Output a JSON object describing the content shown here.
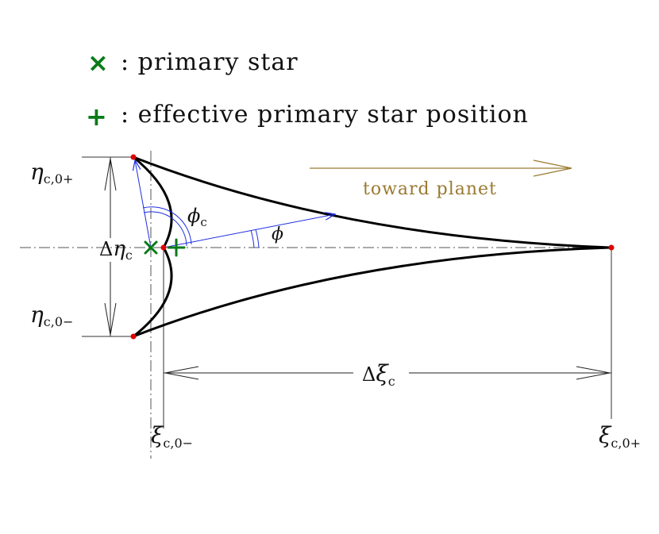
{
  "legend": {
    "primary_star_symbol": "×",
    "primary_star_label": ": primary star",
    "effective_symbol": "+",
    "effective_label": ": effective primary star position"
  },
  "labels": {
    "toward_planet": "toward planet",
    "eta_top": "η",
    "eta_top_sub": "c,0+",
    "eta_bottom": "η",
    "eta_bottom_sub": "c,0−",
    "delta_eta_prefix": "Δ",
    "delta_eta": "η",
    "delta_eta_sub": "c",
    "phi_c": "ϕ",
    "phi_c_sub": "c",
    "phi": "ϕ",
    "delta_xi_prefix": "Δ",
    "delta_xi": "ξ",
    "delta_xi_sub": "c",
    "xi_left": "ξ",
    "xi_left_sub": "c,0−",
    "xi_right": "ξ",
    "xi_right_sub": "c,0+"
  },
  "colors": {
    "marker_green": "#0a7a18",
    "cusp_red": "#e00000",
    "angle_blue": "#1f2ee0",
    "planet_brown": "#9a7a32",
    "curve_black": "#000000",
    "guide_gray": "#555555"
  }
}
